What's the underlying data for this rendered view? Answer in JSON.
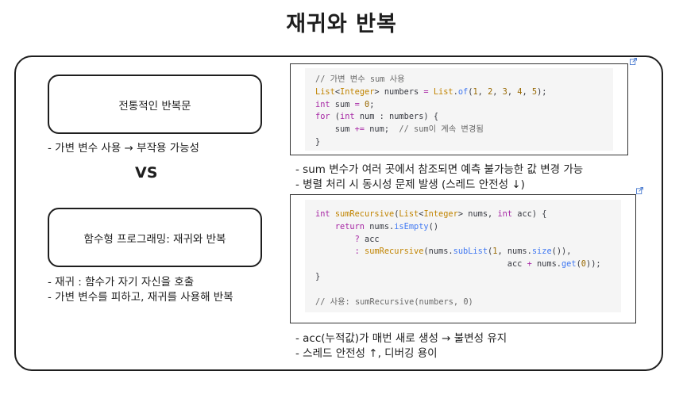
{
  "title": "재귀와 반복",
  "left": {
    "imperative_box": "전통적인 반복문",
    "imperative_note": "- 가변 변수 사용 → 부작용 가능성",
    "vs": "VS",
    "functional_box": "함수형 프로그래밍: 재귀와 반복",
    "functional_notes": [
      "- 재귀 : 함수가 자기 자신을 호출",
      "- 가변 변수를 피하고, 재귀를 사용해 반복"
    ]
  },
  "right": {
    "loop_code": [
      [
        {
          "c": "c",
          "t": "// 가변 변수 sum 사용"
        }
      ],
      [
        {
          "c": "t",
          "t": "List"
        },
        {
          "c": "p",
          "t": "<"
        },
        {
          "c": "t",
          "t": "Integer"
        },
        {
          "c": "p",
          "t": "> numbers "
        },
        {
          "c": "o",
          "t": "="
        },
        {
          "c": "p",
          "t": " "
        },
        {
          "c": "t",
          "t": "List"
        },
        {
          "c": "p",
          "t": "."
        },
        {
          "c": "f",
          "t": "of"
        },
        {
          "c": "p",
          "t": "("
        },
        {
          "c": "n",
          "t": "1"
        },
        {
          "c": "p",
          "t": ", "
        },
        {
          "c": "n",
          "t": "2"
        },
        {
          "c": "p",
          "t": ", "
        },
        {
          "c": "n",
          "t": "3"
        },
        {
          "c": "p",
          "t": ", "
        },
        {
          "c": "n",
          "t": "4"
        },
        {
          "c": "p",
          "t": ", "
        },
        {
          "c": "n",
          "t": "5"
        },
        {
          "c": "p",
          "t": ");"
        }
      ],
      [
        {
          "c": "k",
          "t": "int"
        },
        {
          "c": "p",
          "t": " sum "
        },
        {
          "c": "o",
          "t": "="
        },
        {
          "c": "p",
          "t": " "
        },
        {
          "c": "n",
          "t": "0"
        },
        {
          "c": "p",
          "t": ";"
        }
      ],
      [
        {
          "c": "k",
          "t": "for"
        },
        {
          "c": "p",
          "t": " ("
        },
        {
          "c": "k",
          "t": "int"
        },
        {
          "c": "p",
          "t": " num : numbers) {"
        }
      ],
      [
        {
          "c": "p",
          "t": "    sum "
        },
        {
          "c": "o",
          "t": "+="
        },
        {
          "c": "p",
          "t": " num;  "
        },
        {
          "c": "c",
          "t": "// sum이 계속 변경됨"
        }
      ],
      [
        {
          "c": "p",
          "t": "}"
        }
      ]
    ],
    "loop_notes": [
      "- sum 변수가 여러 곳에서 참조되면 예측 불가능한 값 변경 가능",
      "- 병렬 처리 시 동시성 문제 발생 (스레드 안전성 ↓)"
    ],
    "recursive_code": [
      [
        {
          "c": "k",
          "t": "int"
        },
        {
          "c": "p",
          "t": " "
        },
        {
          "c": "t",
          "t": "sumRecursive"
        },
        {
          "c": "p",
          "t": "("
        },
        {
          "c": "t",
          "t": "List"
        },
        {
          "c": "p",
          "t": "<"
        },
        {
          "c": "t",
          "t": "Integer"
        },
        {
          "c": "p",
          "t": "> nums, "
        },
        {
          "c": "k",
          "t": "int"
        },
        {
          "c": "p",
          "t": " acc) {"
        }
      ],
      [
        {
          "c": "p",
          "t": "    "
        },
        {
          "c": "k",
          "t": "return"
        },
        {
          "c": "p",
          "t": " nums."
        },
        {
          "c": "f",
          "t": "isEmpty"
        },
        {
          "c": "p",
          "t": "()"
        }
      ],
      [
        {
          "c": "p",
          "t": "        "
        },
        {
          "c": "o",
          "t": "?"
        },
        {
          "c": "p",
          "t": " acc"
        }
      ],
      [
        {
          "c": "p",
          "t": "        "
        },
        {
          "c": "o",
          "t": ":"
        },
        {
          "c": "p",
          "t": " "
        },
        {
          "c": "t",
          "t": "sumRecursive"
        },
        {
          "c": "p",
          "t": "(nums."
        },
        {
          "c": "f",
          "t": "subList"
        },
        {
          "c": "p",
          "t": "("
        },
        {
          "c": "n",
          "t": "1"
        },
        {
          "c": "p",
          "t": ", nums."
        },
        {
          "c": "f",
          "t": "size"
        },
        {
          "c": "p",
          "t": "()),"
        }
      ],
      [
        {
          "c": "p",
          "t": "                                       acc "
        },
        {
          "c": "o",
          "t": "+"
        },
        {
          "c": "p",
          "t": " nums."
        },
        {
          "c": "f",
          "t": "get"
        },
        {
          "c": "p",
          "t": "("
        },
        {
          "c": "n",
          "t": "0"
        },
        {
          "c": "p",
          "t": "));"
        }
      ],
      [
        {
          "c": "p",
          "t": "}"
        }
      ],
      [
        {
          "c": "p",
          "t": ""
        }
      ],
      [
        {
          "c": "c",
          "t": "// 사용: sumRecursive(numbers, 0)"
        }
      ]
    ],
    "recursive_notes": [
      "- acc(누적값)가 매번 새로 생성 → 불변성 유지",
      "- 스레드 안전성 ↑, 디버깅 용이"
    ]
  },
  "colors": {
    "keyword": "#a626a4",
    "type": "#c18401",
    "number": "#986801",
    "function": "#4078f2",
    "comment": "#6a6a6a",
    "code_bg": "#f5f5f5",
    "link_icon": "#4a7bd0"
  },
  "icons": [
    "external-link-icon"
  ]
}
